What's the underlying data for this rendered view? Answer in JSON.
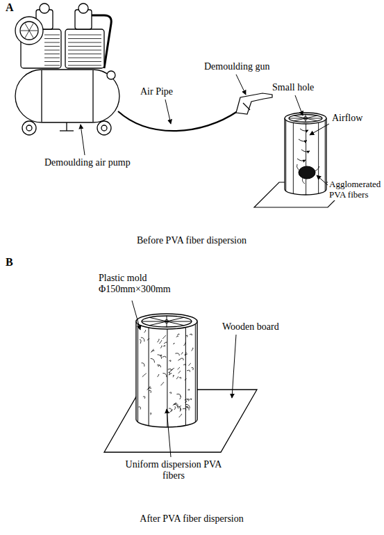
{
  "diagram": {
    "labels": [
      "A",
      "Air Pipe",
      "Demoulding gun",
      "Small hole",
      "Airflow",
      "Agglomerated PVA fibers",
      "Demoulding air pump",
      "Before PVA fiber dispersion",
      "B",
      "Plastic mold Φ150mm×300mm",
      "Wooden board",
      "Uniform dispersion PVA fibers",
      "After PVA fiber dispersion"
    ]
  }
}
